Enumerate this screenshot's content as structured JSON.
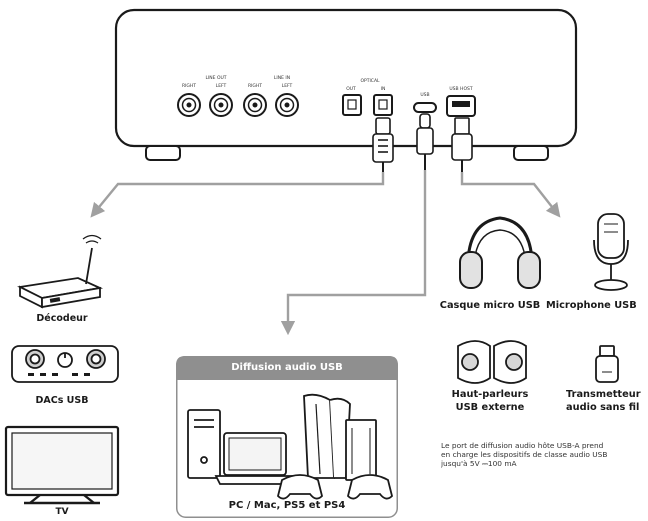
{
  "device": {
    "ports": {
      "line_out": "LINE OUT",
      "line_in": "LINE IN",
      "right": "RIGHT",
      "left": "LEFT",
      "optical": "OPTICAL",
      "out": "OUT",
      "in": "IN",
      "usb": "USB",
      "usb_host": "USB HOST"
    }
  },
  "left_column": {
    "decoder": "Décodeur",
    "dacs": "DACs USB",
    "tv": "TV"
  },
  "usb_panel": {
    "title": "Diffusion audio USB",
    "caption": "PC / Mac, PS5 et PS4"
  },
  "right_column": {
    "headset": "Casque micro USB",
    "microphone": "Microphone USB",
    "speakers_line1": "Haut-parleurs",
    "speakers_line2": "USB externe",
    "transmitter_line1": "Transmetteur",
    "transmitter_line2": "audio sans fil",
    "note_line1": "Le port de diffusion audio hôte USB-A prend",
    "note_line2": "en charge les dispositifs de classe audio USB",
    "note_line3": "jusqu'à 5V ⎓100 mA"
  },
  "colors": {
    "line": "#1a1a1a",
    "arrow_gray": "#a0a0a0",
    "panel_gray": "#8f8f8f"
  }
}
